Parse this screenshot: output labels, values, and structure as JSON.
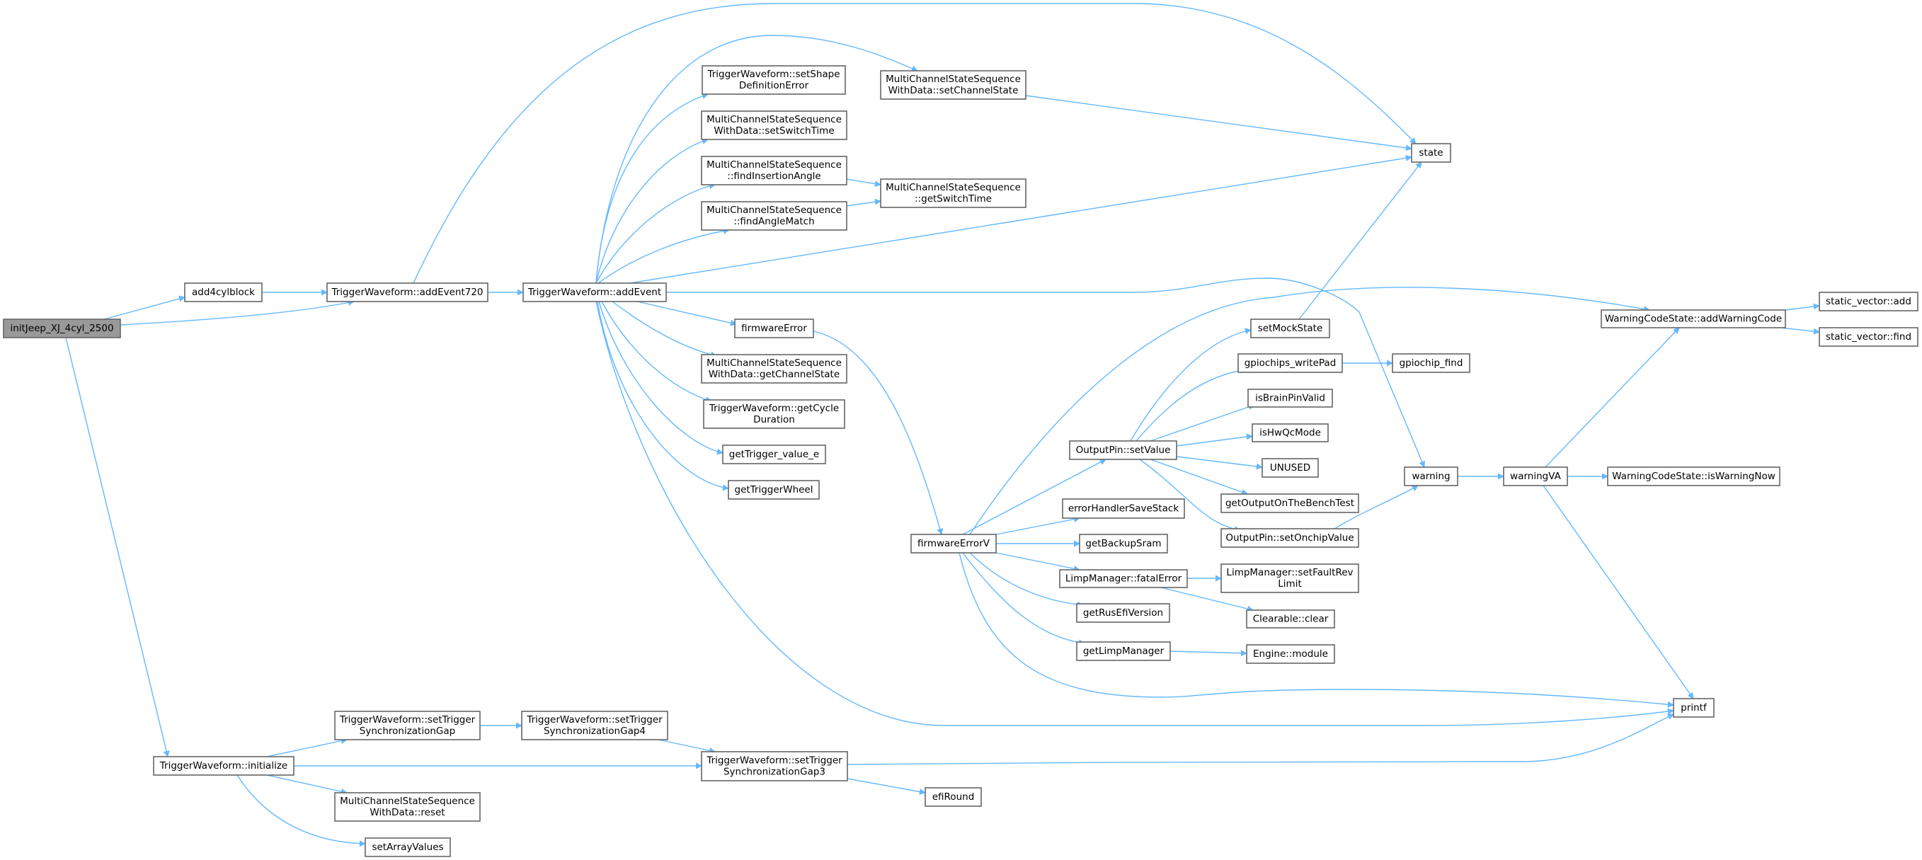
{
  "graph": {
    "title": "initJeep_XJ_4cyl_2500",
    "edge_color": "#63b8ff",
    "root_fill": "#999999",
    "nodes": {
      "initJeep": [
        "initJeep_XJ_4cyl_2500"
      ],
      "add4cylblock": [
        "add4cylblock"
      ],
      "addEvent720": [
        "TriggerWaveform::addEvent720"
      ],
      "addEvent": [
        "TriggerWaveform::addEvent"
      ],
      "setShapeDef": [
        "TriggerWaveform::setShape",
        "DefinitionError"
      ],
      "setSwitchTime": [
        "MultiChannelStateSequence",
        "WithData::setSwitchTime"
      ],
      "findInsertionAngle": [
        "MultiChannelStateSequence",
        "::findInsertionAngle"
      ],
      "findAngleMatch": [
        "MultiChannelStateSequence",
        "::findAngleMatch"
      ],
      "setChannelState": [
        "MultiChannelStateSequence",
        "WithData::setChannelState"
      ],
      "getSwitchTime": [
        "MultiChannelStateSequence",
        "::getSwitchTime"
      ],
      "state": [
        "state"
      ],
      "firmwareError": [
        "firmwareError"
      ],
      "getChannelState": [
        "MultiChannelStateSequence",
        "WithData::getChannelState"
      ],
      "getCycleDuration": [
        "TriggerWaveform::getCycle",
        "Duration"
      ],
      "getTriggerValueE": [
        "getTrigger_value_e"
      ],
      "getTriggerWheel": [
        "getTriggerWheel"
      ],
      "firmwareErrorV": [
        "firmwareErrorV"
      ],
      "errorHandlerSaveStack": [
        "errorHandlerSaveStack"
      ],
      "getBackupSram": [
        "getBackupSram"
      ],
      "fatalError": [
        "LimpManager::fatalError"
      ],
      "getRusEfiVersion": [
        "getRusEfiVersion"
      ],
      "getLimpManager": [
        "getLimpManager"
      ],
      "setValue": [
        "OutputPin::setValue"
      ],
      "setMockState": [
        "setMockState"
      ],
      "gpiochipsWritePad": [
        "gpiochips_writePad"
      ],
      "isBrainPinValid": [
        "isBrainPinValid"
      ],
      "isHwQcMode": [
        "isHwQcMode"
      ],
      "unused": [
        "UNUSED"
      ],
      "getOutputOnTheBenchTest": [
        "getOutputOnTheBenchTest"
      ],
      "setOnchipValue": [
        "OutputPin::setOnchipValue"
      ],
      "setFaultRevLimit": [
        "LimpManager::setFaultRev",
        "Limit"
      ],
      "clear": [
        "Clearable::clear"
      ],
      "engineModule": [
        "Engine::module"
      ],
      "gpiochipFind": [
        "gpiochip_find"
      ],
      "warning": [
        "warning"
      ],
      "warningVA": [
        "warningVA"
      ],
      "isWarningNow": [
        "WarningCodeState::isWarningNow"
      ],
      "addWarningCode": [
        "WarningCodeState::addWarningCode"
      ],
      "vecAdd": [
        "static_vector::add"
      ],
      "vecFind": [
        "static_vector::find"
      ],
      "printf": [
        "printf"
      ],
      "initialize": [
        "TriggerWaveform::initialize"
      ],
      "syncGap": [
        "TriggerWaveform::setTrigger",
        "SynchronizationGap"
      ],
      "syncGap4": [
        "TriggerWaveform::setTrigger",
        "SynchronizationGap4"
      ],
      "syncGap3": [
        "TriggerWaveform::setTrigger",
        "SynchronizationGap3"
      ],
      "reset": [
        "MultiChannelStateSequence",
        "WithData::reset"
      ],
      "setArrayValues": [
        "setArrayValues"
      ],
      "efiRound": [
        "efiRound"
      ]
    },
    "edges": [
      [
        "initJeep",
        "add4cylblock"
      ],
      [
        "initJeep",
        "addEvent720"
      ],
      [
        "initJeep",
        "initialize"
      ],
      [
        "add4cylblock",
        "addEvent720"
      ],
      [
        "addEvent720",
        "state"
      ],
      [
        "addEvent720",
        "addEvent"
      ],
      [
        "addEvent",
        "setShapeDef"
      ],
      [
        "addEvent",
        "setSwitchTime"
      ],
      [
        "addEvent",
        "findInsertionAngle"
      ],
      [
        "addEvent",
        "findAngleMatch"
      ],
      [
        "addEvent",
        "setChannelState"
      ],
      [
        "addEvent",
        "state"
      ],
      [
        "addEvent",
        "warning"
      ],
      [
        "addEvent",
        "firmwareError"
      ],
      [
        "addEvent",
        "getChannelState"
      ],
      [
        "addEvent",
        "getCycleDuration"
      ],
      [
        "addEvent",
        "getTriggerValueE"
      ],
      [
        "addEvent",
        "getTriggerWheel"
      ],
      [
        "addEvent",
        "printf"
      ],
      [
        "findInsertionAngle",
        "getSwitchTime"
      ],
      [
        "findAngleMatch",
        "getSwitchTime"
      ],
      [
        "setChannelState",
        "state"
      ],
      [
        "firmwareError",
        "firmwareErrorV"
      ],
      [
        "firmwareErrorV",
        "setValue"
      ],
      [
        "firmwareErrorV",
        "addWarningCode"
      ],
      [
        "firmwareErrorV",
        "errorHandlerSaveStack"
      ],
      [
        "firmwareErrorV",
        "getBackupSram"
      ],
      [
        "firmwareErrorV",
        "fatalError"
      ],
      [
        "firmwareErrorV",
        "getRusEfiVersion"
      ],
      [
        "firmwareErrorV",
        "getLimpManager"
      ],
      [
        "firmwareErrorV",
        "printf"
      ],
      [
        "setValue",
        "setMockState"
      ],
      [
        "setValue",
        "gpiochipsWritePad"
      ],
      [
        "setValue",
        "isBrainPinValid"
      ],
      [
        "setValue",
        "isHwQcMode"
      ],
      [
        "setValue",
        "unused"
      ],
      [
        "setValue",
        "getOutputOnTheBenchTest"
      ],
      [
        "setValue",
        "setOnchipValue"
      ],
      [
        "setMockState",
        "state"
      ],
      [
        "gpiochipsWritePad",
        "gpiochipFind"
      ],
      [
        "setOnchipValue",
        "warning"
      ],
      [
        "fatalError",
        "setFaultRevLimit"
      ],
      [
        "fatalError",
        "clear"
      ],
      [
        "getLimpManager",
        "engineModule"
      ],
      [
        "warning",
        "warningVA"
      ],
      [
        "warningVA",
        "addWarningCode"
      ],
      [
        "warningVA",
        "isWarningNow"
      ],
      [
        "warningVA",
        "printf"
      ],
      [
        "addWarningCode",
        "vecAdd"
      ],
      [
        "addWarningCode",
        "vecFind"
      ],
      [
        "initialize",
        "syncGap"
      ],
      [
        "initialize",
        "syncGap3"
      ],
      [
        "initialize",
        "reset"
      ],
      [
        "initialize",
        "setArrayValues"
      ],
      [
        "syncGap",
        "syncGap4"
      ],
      [
        "syncGap4",
        "syncGap3"
      ],
      [
        "syncGap3",
        "printf"
      ],
      [
        "syncGap3",
        "efiRound"
      ]
    ]
  }
}
